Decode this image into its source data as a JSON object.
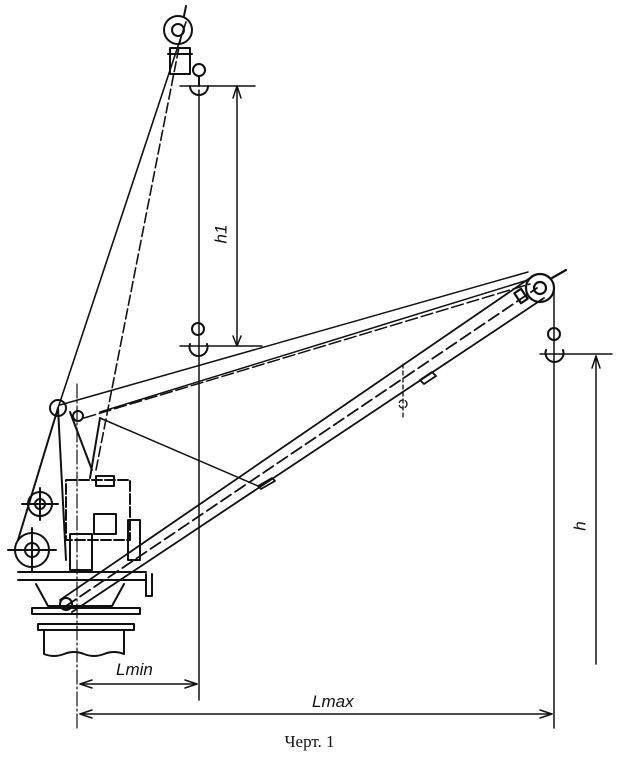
{
  "figure": {
    "caption": "Черт. 1",
    "subject": "crane-davit-schematic",
    "labels": {
      "h1": "h1",
      "h": "h",
      "lmin": "Lmin",
      "lmax": "Lmax"
    },
    "colors": {
      "ink": "#111111",
      "paper": "#ffffff"
    }
  }
}
